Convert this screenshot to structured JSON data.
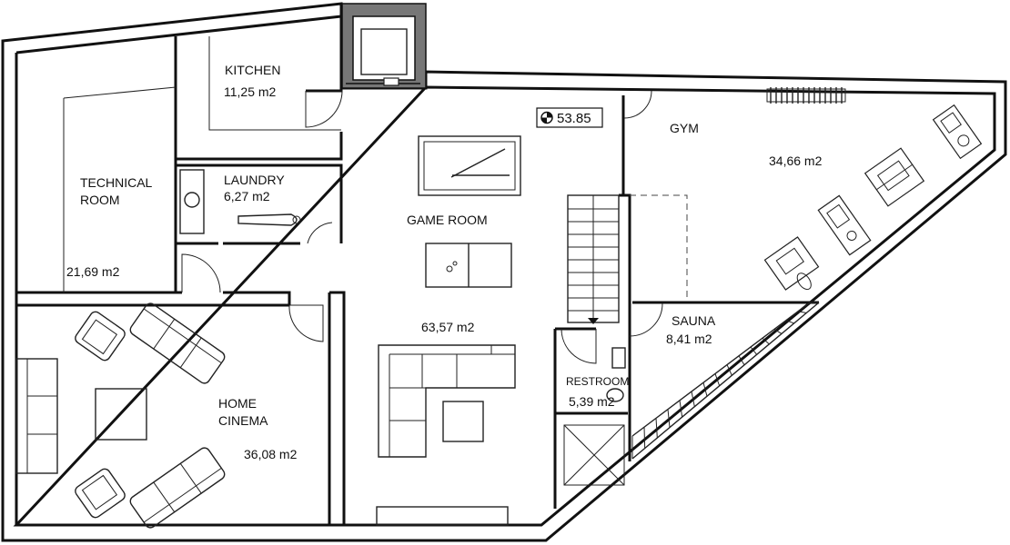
{
  "rooms": {
    "kitchen": {
      "name": "KITCHEN",
      "area": "11,25  m2"
    },
    "technical": {
      "name_line1": "TECHNICAL",
      "name_line2": "ROOM",
      "area": "21,69  m2"
    },
    "laundry": {
      "name": "LAUNDRY",
      "area": "6,27  m2"
    },
    "game": {
      "name": "GAME ROOM",
      "area": "63,57  m2"
    },
    "gym": {
      "name": "GYM",
      "area": "34,66  m2"
    },
    "sauna": {
      "name": "SAUNA",
      "area": "8,41  m2"
    },
    "restroom": {
      "name": "RESTROOM",
      "area": "5,39  m2"
    },
    "cinema": {
      "name_line1": "HOME",
      "name_line2": "CINEMA",
      "area": "36,08  m2"
    }
  },
  "level_marker": {
    "value": "53.85"
  }
}
